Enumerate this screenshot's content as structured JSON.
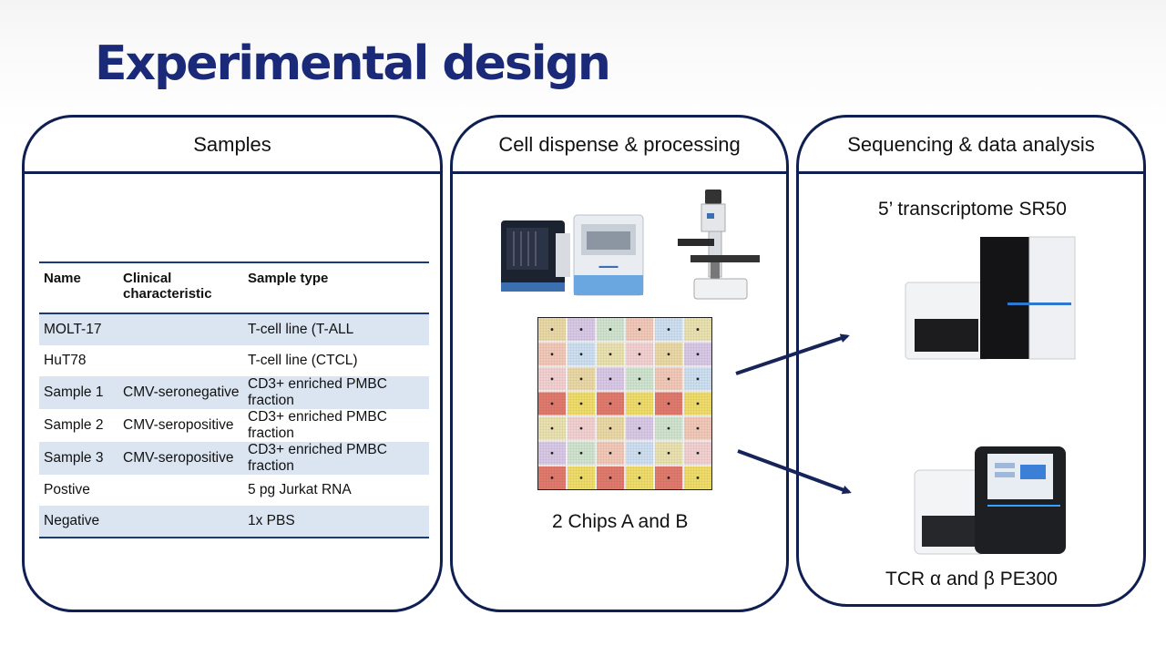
{
  "title": "Experimental design",
  "panels": {
    "samples": {
      "header": "Samples"
    },
    "processing": {
      "header": "Cell dispense & processing",
      "chip_caption": "2 Chips A and B"
    },
    "sequencing": {
      "header": "Sequencing & data analysis",
      "caption_top": "5’ transcriptome SR50",
      "caption_bottom": "TCR α and β  PE300"
    }
  },
  "table": {
    "headers": [
      "Name",
      "Clinical characteristic",
      "Sample type"
    ],
    "rows": [
      [
        "MOLT-17",
        "",
        "T-cell line (T-ALL"
      ],
      [
        "HuT78",
        "",
        "T-cell line (CTCL)"
      ],
      [
        "Sample 1",
        "CMV-seronegative",
        "CD3+ enriched PMBC fraction"
      ],
      [
        "Sample 2",
        "CMV-seropositive",
        "CD3+ enriched PMBC fraction"
      ],
      [
        "Sample 3",
        "CMV-seropositive",
        "CD3+ enriched PMBC fraction"
      ],
      [
        "Postive",
        "",
        "5 pg Jurkat RNA"
      ],
      [
        "Negative",
        "",
        "1x PBS"
      ]
    ]
  },
  "colors": {
    "title": "#1a2a78",
    "panel_border": "#0f1f52",
    "row_shade": "#dbe5f1",
    "arrow": "#16245a"
  },
  "icons": [
    "dispenser-instrument",
    "microscope",
    "chip-grid",
    "sequencer-large",
    "sequencer-benchtop"
  ]
}
